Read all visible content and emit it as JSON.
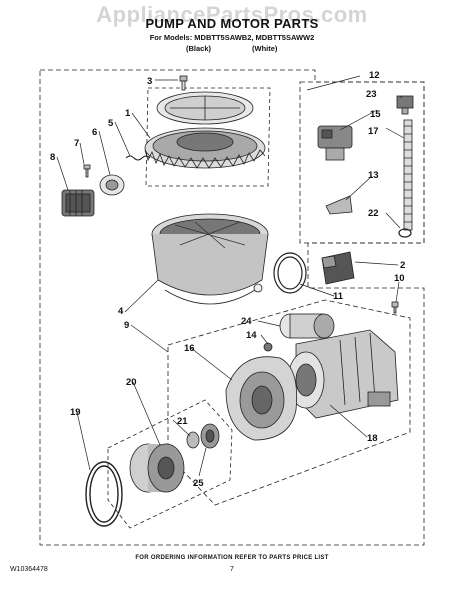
{
  "watermark": "AppliancePartsPros.com",
  "title": "PUMP AND MOTOR PARTS",
  "models_line": "For Models: MDBTT5SAWB2, MDBTT5SAWW2",
  "color_black": "(Black)",
  "color_white": "(White)",
  "callouts": {
    "c1": "1",
    "c2": "2",
    "c3": "3",
    "c4": "4",
    "c5": "5",
    "c6": "6",
    "c7": "7",
    "c8": "8",
    "c9": "9",
    "c10": "10",
    "c11": "11",
    "c12": "12",
    "c13": "13",
    "c14": "14",
    "c15": "15",
    "c16": "16",
    "c17": "17",
    "c18": "18",
    "c19": "19",
    "c20": "20",
    "c21": "21",
    "c22": "22",
    "c23": "23",
    "c24": "24",
    "c25": "25"
  },
  "footer_note": "FOR ORDERING INFORMATION REFER TO PARTS PRICE LIST",
  "doc_number": "W10364478",
  "page_number": "7"
}
